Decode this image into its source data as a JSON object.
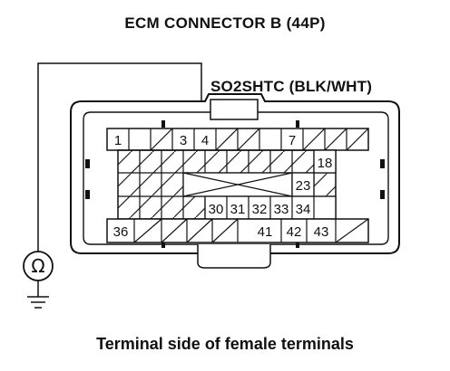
{
  "title": "ECM CONNECTOR B (44P)",
  "wire_label": "SO2SHTC (BLK/WHT)",
  "caption": "Terminal side of female terminals",
  "meter_symbol": "Ω",
  "terminals": {
    "t1": "1",
    "t3": "3",
    "t4": "4",
    "t7": "7",
    "t18": "18",
    "t23": "23",
    "t30": "30",
    "t31": "31",
    "t32": "32",
    "t33": "33",
    "t34": "34",
    "t36": "36",
    "t41": "41",
    "t42": "42",
    "t43": "43"
  }
}
